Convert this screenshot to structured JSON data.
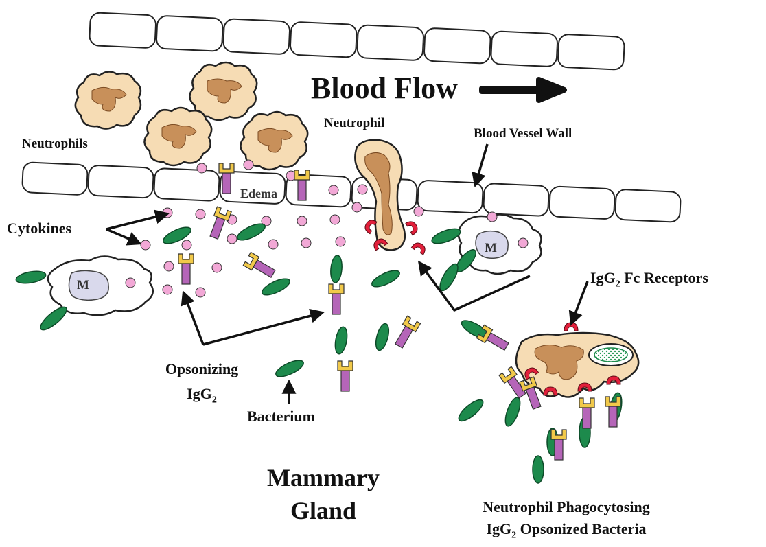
{
  "labels": {
    "blood_flow": "Blood Flow",
    "neutrophils": "Neutrophils",
    "neutrophil": "Neutrophil",
    "blood_vessel_wall": "Blood Vessel Wall",
    "edema": "Edema",
    "cytokines": "Cytokines",
    "macrophage_letter": "M",
    "igg2_fc_receptors_prefix": "IgG",
    "igg2_fc_receptors_sub": "2",
    "igg2_fc_receptors_suffix": " Fc Receptors",
    "opsonizing_line1": "Opsonizing",
    "opsonizing_line2_prefix": "IgG",
    "opsonizing_line2_sub": "2",
    "bacterium": "Bacterium",
    "mammary_line1": "Mammary",
    "mammary_line2": "Gland",
    "phago_line1": "Neutrophil Phagocytosing",
    "phago_line2_prefix": "IgG",
    "phago_line2_sub": "2",
    "phago_line2_suffix": " Opsonized Bacteria"
  },
  "colors": {
    "neutrophil_fill": "#f6dcb4",
    "nucleus_fill": "#c8905a",
    "bacterium_fill": "#1d8a4c",
    "antibody_stem": "#b565b8",
    "antibody_fab": "#f1c94a",
    "receptor_red": "#e21f3b",
    "cytokine_fill": "#f2a8d6",
    "macrophage_nucleus": "#d9d9ec",
    "arrow": "#111111"
  }
}
